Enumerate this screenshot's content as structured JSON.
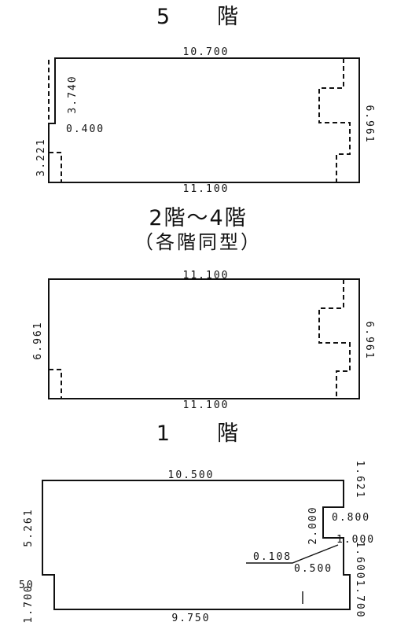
{
  "floor5": {
    "title": "5　　階",
    "dims": {
      "top_width": "10.700",
      "bottom_width": "11.100",
      "left_upper": "3.740",
      "step": "0.400",
      "left_lower": "3.221",
      "right_height": "6.961"
    }
  },
  "floor2to4": {
    "title": "2階～4階",
    "subtitle": "（各階同型）",
    "dims": {
      "top_width": "11.100",
      "bottom_width": "11.100",
      "left_height": "6.961",
      "right_height": "6.961"
    }
  },
  "floor1": {
    "title": "1　　階",
    "dims": {
      "top_width": "10.500",
      "bottom_width": "9.750",
      "left_height": "5.261",
      "left_notch": "50",
      "left_lower": "1.700",
      "right_top": "1.621",
      "notch_depth": "0.800",
      "notch_height": "2.000",
      "right_step": "1.000",
      "offset": "0.108",
      "right_step_depth": "0.500",
      "right_mid": "1.600",
      "right_lower": "1.700"
    }
  }
}
